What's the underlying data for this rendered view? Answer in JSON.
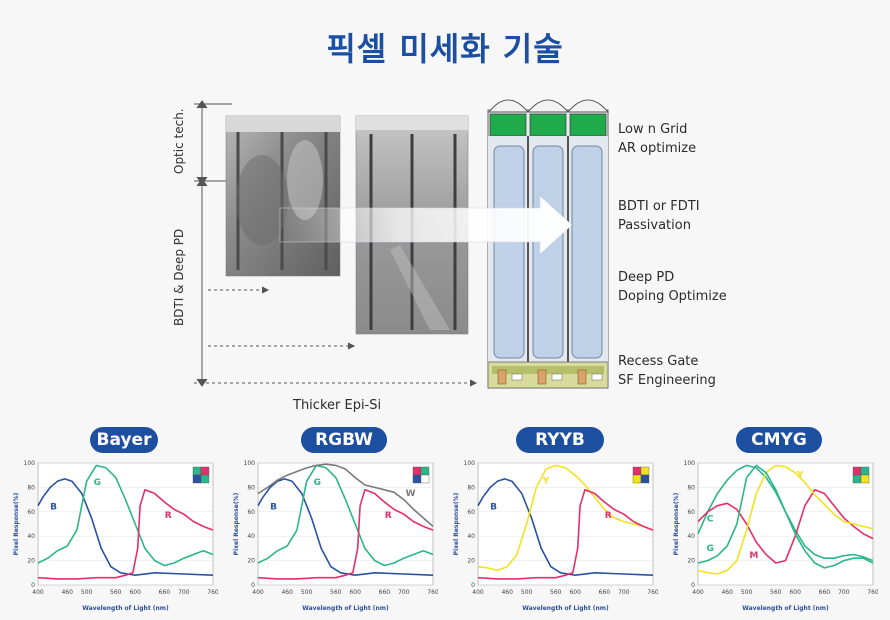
{
  "title": "픽셀 미세화 기술",
  "left_labels": {
    "optic": "Optic tech.",
    "bdti": "BDTI & Deep PD",
    "epi": "Thicker Epi-Si"
  },
  "right_labels": [
    {
      "line1": "Low n Grid",
      "line2": "AR optimize"
    },
    {
      "line1": "BDTI or FDTI",
      "line2": "Passivation"
    },
    {
      "line1": "Deep PD",
      "line2": "Doping Optimize"
    },
    {
      "line1": "Recess Gate",
      "line2": "SF Engineering"
    }
  ],
  "colors": {
    "title": "#1b4fa3",
    "pill": "#1c4fa0",
    "B": "#2952a3",
    "G": "#2bb58a",
    "R": "#e62e6b",
    "W": "#7a7a7a",
    "Y": "#f2e21e",
    "C": "#2bb58a",
    "M": "#e62e6b"
  },
  "chart_data": [
    {
      "type": "line",
      "title": "Bayer",
      "xlabel": "Wavelength of Light (nm)",
      "ylabel": "Pixel Response(%)",
      "xlim": [
        400,
        760
      ],
      "ylim": [
        0,
        100
      ],
      "xticks": [
        400,
        460,
        500,
        560,
        600,
        660,
        700,
        760
      ],
      "yticks": [
        0,
        20,
        40,
        60,
        80,
        100
      ],
      "series": [
        {
          "name": "B",
          "color": "#2952a3",
          "x": [
            400,
            410,
            425,
            440,
            455,
            470,
            490,
            510,
            530,
            550,
            570,
            600,
            640,
            700,
            760
          ],
          "y": [
            65,
            72,
            80,
            85,
            87,
            85,
            75,
            55,
            30,
            15,
            10,
            8,
            10,
            9,
            8
          ]
        },
        {
          "name": "G",
          "color": "#2bb58a",
          "x": [
            400,
            420,
            440,
            460,
            480,
            500,
            520,
            540,
            560,
            580,
            600,
            620,
            640,
            660,
            680,
            700,
            720,
            740,
            760
          ],
          "y": [
            18,
            22,
            28,
            32,
            45,
            85,
            98,
            96,
            88,
            70,
            50,
            30,
            20,
            16,
            18,
            22,
            25,
            28,
            25
          ]
        },
        {
          "name": "R",
          "color": "#e62e6b",
          "x": [
            400,
            440,
            480,
            520,
            560,
            580,
            595,
            605,
            610,
            620,
            640,
            660,
            680,
            700,
            720,
            740,
            760
          ],
          "y": [
            6,
            5,
            5,
            6,
            6,
            8,
            10,
            30,
            65,
            78,
            75,
            68,
            62,
            58,
            52,
            48,
            45
          ]
        }
      ],
      "labels": [
        {
          "text": "B",
          "x": 432,
          "y": 62
        },
        {
          "text": "G",
          "x": 522,
          "y": 82
        },
        {
          "text": "R",
          "x": 668,
          "y": 55
        }
      ]
    },
    {
      "type": "line",
      "title": "RGBW",
      "xlabel": "Wavelength of Light (nm)",
      "ylabel": "Pixel Response(%)",
      "xlim": [
        400,
        760
      ],
      "ylim": [
        0,
        100
      ],
      "xticks": [
        400,
        460,
        500,
        560,
        600,
        660,
        700,
        760
      ],
      "yticks": [
        0,
        20,
        40,
        60,
        80,
        100
      ],
      "series": [
        {
          "name": "B",
          "color": "#2952a3",
          "x": [
            400,
            410,
            425,
            440,
            455,
            470,
            490,
            510,
            530,
            550,
            570,
            600,
            640,
            700,
            760
          ],
          "y": [
            65,
            72,
            80,
            85,
            87,
            85,
            75,
            55,
            30,
            15,
            10,
            8,
            10,
            9,
            8
          ]
        },
        {
          "name": "G",
          "color": "#2bb58a",
          "x": [
            400,
            420,
            440,
            460,
            480,
            500,
            520,
            540,
            560,
            580,
            600,
            620,
            640,
            660,
            680,
            700,
            720,
            740,
            760
          ],
          "y": [
            18,
            22,
            28,
            32,
            45,
            85,
            98,
            96,
            88,
            70,
            50,
            30,
            20,
            16,
            18,
            22,
            25,
            28,
            25
          ]
        },
        {
          "name": "R",
          "color": "#e62e6b",
          "x": [
            400,
            440,
            480,
            520,
            560,
            580,
            595,
            605,
            610,
            620,
            640,
            660,
            680,
            700,
            720,
            740,
            760
          ],
          "y": [
            6,
            5,
            5,
            6,
            6,
            8,
            10,
            30,
            65,
            78,
            75,
            68,
            62,
            58,
            52,
            48,
            45
          ]
        },
        {
          "name": "W",
          "color": "#7a7a7a",
          "x": [
            400,
            420,
            440,
            460,
            480,
            500,
            520,
            540,
            560,
            580,
            600,
            620,
            640,
            660,
            680,
            700,
            720,
            740,
            760
          ],
          "y": [
            75,
            80,
            86,
            90,
            93,
            96,
            98,
            99,
            98,
            95,
            88,
            82,
            80,
            78,
            76,
            70,
            62,
            55,
            48
          ]
        }
      ],
      "labels": [
        {
          "text": "B",
          "x": 432,
          "y": 62
        },
        {
          "text": "G",
          "x": 522,
          "y": 82
        },
        {
          "text": "R",
          "x": 668,
          "y": 55
        },
        {
          "text": "W",
          "x": 714,
          "y": 73
        }
      ]
    },
    {
      "type": "line",
      "title": "RYYB",
      "xlabel": "Wavelength of Light (nm)",
      "ylabel": "Pixel Response(%)",
      "xlim": [
        400,
        760
      ],
      "ylim": [
        0,
        100
      ],
      "xticks": [
        400,
        460,
        500,
        560,
        600,
        660,
        700,
        760
      ],
      "yticks": [
        0,
        20,
        40,
        60,
        80,
        100
      ],
      "series": [
        {
          "name": "B",
          "color": "#2952a3",
          "x": [
            400,
            410,
            425,
            440,
            455,
            470,
            490,
            510,
            530,
            550,
            570,
            600,
            640,
            700,
            760
          ],
          "y": [
            65,
            72,
            80,
            85,
            87,
            85,
            75,
            55,
            30,
            15,
            10,
            8,
            10,
            9,
            8
          ]
        },
        {
          "name": "Y",
          "color": "#f2e21e",
          "x": [
            400,
            420,
            440,
            460,
            480,
            500,
            520,
            540,
            560,
            580,
            600,
            620,
            640,
            660,
            680,
            700,
            720,
            740,
            760
          ],
          "y": [
            15,
            14,
            12,
            15,
            25,
            50,
            80,
            95,
            98,
            96,
            90,
            82,
            72,
            62,
            55,
            52,
            50,
            48,
            45
          ]
        },
        {
          "name": "R",
          "color": "#e62e6b",
          "x": [
            400,
            440,
            480,
            520,
            560,
            580,
            595,
            605,
            610,
            620,
            640,
            660,
            680,
            700,
            720,
            740,
            760
          ],
          "y": [
            6,
            5,
            5,
            6,
            6,
            8,
            10,
            30,
            65,
            78,
            75,
            68,
            62,
            58,
            52,
            48,
            45
          ]
        }
      ],
      "labels": [
        {
          "text": "B",
          "x": 432,
          "y": 62
        },
        {
          "text": "Y",
          "x": 540,
          "y": 83
        },
        {
          "text": "R",
          "x": 668,
          "y": 55
        }
      ]
    },
    {
      "type": "line",
      "title": "CMYG",
      "xlabel": "Wavelength of Light (nm)",
      "ylabel": "Pixel Response(%)",
      "xlim": [
        400,
        760
      ],
      "ylim": [
        0,
        100
      ],
      "xticks": [
        400,
        460,
        500,
        560,
        600,
        660,
        700,
        760
      ],
      "yticks": [
        0,
        20,
        40,
        60,
        80,
        100
      ],
      "series": [
        {
          "name": "C",
          "color": "#2bb58a",
          "x": [
            400,
            420,
            440,
            460,
            480,
            500,
            520,
            540,
            560,
            580,
            600,
            620,
            640,
            660,
            680,
            700,
            720,
            740,
            760
          ],
          "y": [
            42,
            60,
            75,
            86,
            94,
            98,
            96,
            88,
            76,
            60,
            45,
            32,
            25,
            22,
            22,
            24,
            25,
            23,
            20
          ]
        },
        {
          "name": "M",
          "color": "#e62e6b",
          "x": [
            400,
            420,
            440,
            460,
            480,
            500,
            520,
            540,
            560,
            580,
            600,
            620,
            640,
            660,
            680,
            700,
            720,
            740,
            760
          ],
          "y": [
            52,
            60,
            65,
            67,
            62,
            50,
            35,
            25,
            18,
            20,
            40,
            65,
            78,
            75,
            65,
            55,
            48,
            42,
            38
          ]
        },
        {
          "name": "Y",
          "color": "#f2e21e",
          "x": [
            400,
            420,
            440,
            460,
            480,
            500,
            520,
            540,
            560,
            580,
            600,
            620,
            640,
            660,
            680,
            700,
            720,
            740,
            760
          ],
          "y": [
            12,
            10,
            9,
            12,
            20,
            45,
            75,
            92,
            98,
            97,
            92,
            84,
            74,
            66,
            58,
            52,
            50,
            48,
            46
          ]
        },
        {
          "name": "G",
          "color": "#2bb58a",
          "x": [
            400,
            420,
            440,
            460,
            480,
            500,
            520,
            540,
            560,
            580,
            600,
            620,
            640,
            660,
            680,
            700,
            720,
            740,
            760
          ],
          "y": [
            18,
            20,
            24,
            32,
            50,
            88,
            98,
            92,
            78,
            60,
            42,
            28,
            18,
            14,
            16,
            20,
            22,
            22,
            18
          ]
        }
      ],
      "labels": [
        {
          "text": "C",
          "x": 425,
          "y": 52
        },
        {
          "text": "G",
          "x": 425,
          "y": 28
        },
        {
          "text": "M",
          "x": 515,
          "y": 22
        },
        {
          "text": "Y",
          "x": 610,
          "y": 88
        }
      ]
    }
  ]
}
